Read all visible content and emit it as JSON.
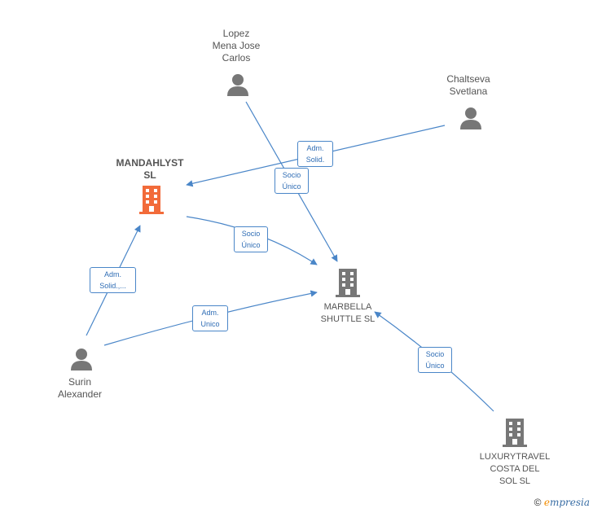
{
  "nodes": {
    "lopez": {
      "label": "Lopez\nMena Jose\nCarlos"
    },
    "chaltseva": {
      "label": "Chaltseva\nSvetlana"
    },
    "mandahlyst": {
      "label": "MANDAHLYST\nSL"
    },
    "marbella": {
      "label": "MARBELLA\nSHUTTLE  SL"
    },
    "surin": {
      "label": "Surin\nAlexander"
    },
    "luxury": {
      "label": "LUXURYTRAVEL\nCOSTA DEL\nSOL  SL"
    }
  },
  "relations": {
    "chaltseva_mandahlyst": "Adm.\nSolid.",
    "lopez_marbella": "Socio\nÚnico",
    "mandahlyst_marbella": "Socio\nÚnico",
    "surin_mandahlyst": "Adm.\nSolid.,...",
    "surin_marbella": "Adm.\nUnico",
    "luxury_marbella": "Socio\nÚnico"
  },
  "colors": {
    "edge": "#4a86c8",
    "person_icon": "#777777",
    "company_icon": "#777777",
    "highlight_company_icon": "#f26b3a"
  },
  "footer": {
    "copyright": "©",
    "brand_first": "e",
    "brand_rest": "mpresia"
  }
}
